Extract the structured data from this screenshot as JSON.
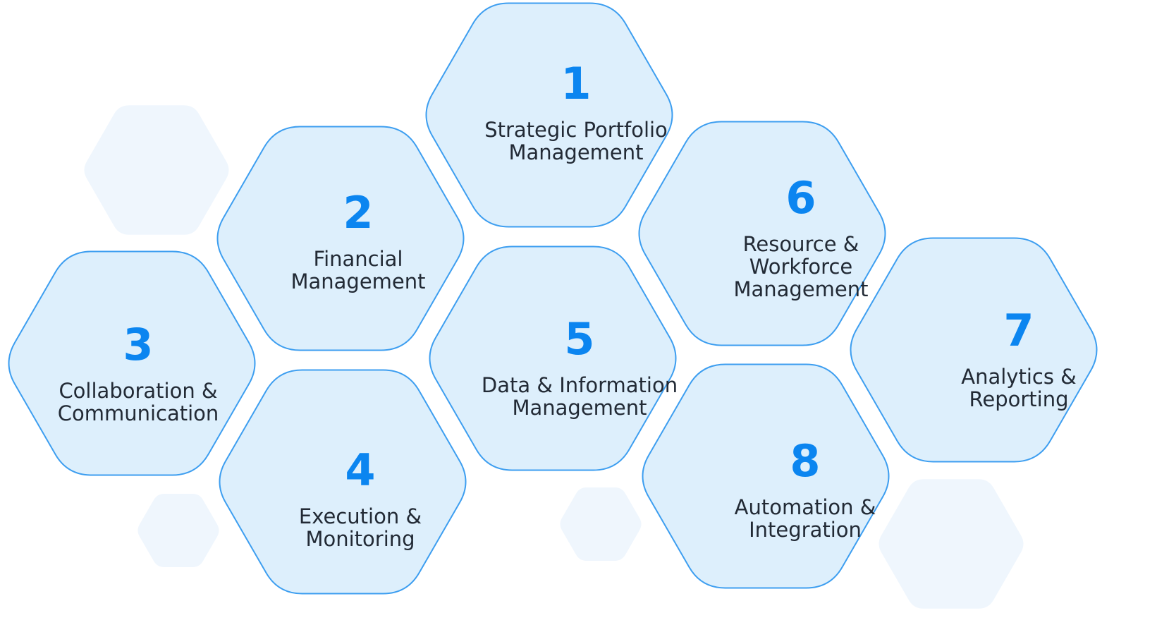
{
  "colors": {
    "hex_fill": "#ddeffc",
    "hex_stroke": "#3d9ef0",
    "number": "#0b85f0",
    "text": "#222a35",
    "ghost_fill": "#eff6fd"
  },
  "capabilities": [
    {
      "number": "1",
      "title": "Strategic Portfolio\nManagement"
    },
    {
      "number": "2",
      "title": "Financial\nManagement"
    },
    {
      "number": "3",
      "title": "Collaboration &\nCommunication"
    },
    {
      "number": "4",
      "title": "Execution &\nMonitoring"
    },
    {
      "number": "5",
      "title": "Data & Information\nManagement"
    },
    {
      "number": "6",
      "title": "Resource &\nWorkforce\nManagement"
    },
    {
      "number": "7",
      "title": "Analytics &\nReporting"
    },
    {
      "number": "8",
      "title": "Automation &\nIntegration"
    }
  ]
}
